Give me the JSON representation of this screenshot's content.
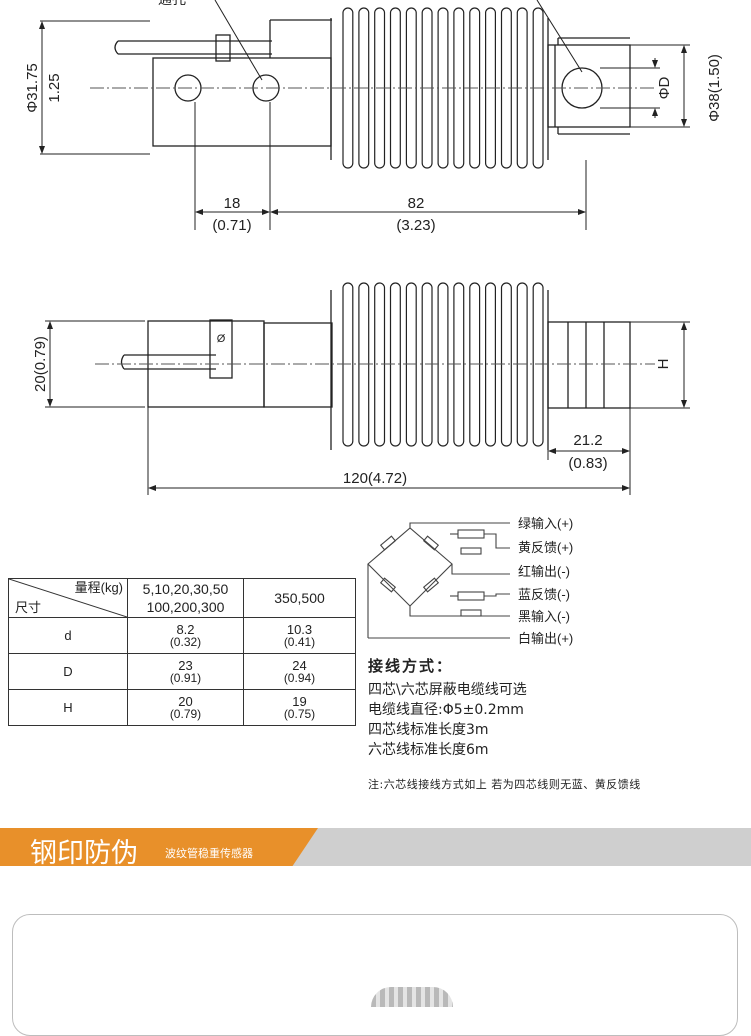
{
  "top_view": {
    "dims": {
      "height_mm": "Φ31.75",
      "height_in": "1.25",
      "left_mm": "18",
      "left_in": "(0.71)",
      "mid_mm": "82",
      "mid_in": "(3.23)",
      "right_dia": "ΦD",
      "right_total": "Φ38(1.50)"
    },
    "partial_label": "通孔"
  },
  "side_view": {
    "dims": {
      "height": "20(0.79)",
      "h": "H",
      "end_mm": "21.2",
      "end_in": "(0.83)",
      "total": "120(4.72)"
    },
    "screw_symbol": "Ø"
  },
  "wires": [
    {
      "label": "绿输入(+)"
    },
    {
      "label": "黄反馈(+)"
    },
    {
      "label": "红输出(-)"
    },
    {
      "label": "蓝反馈(-)"
    },
    {
      "label": "黑输入(-)"
    },
    {
      "label": "白输出(+)"
    }
  ],
  "spec_table": {
    "corner_top": "量程(kg)",
    "corner_bottom": "尺寸",
    "col1_header": "5,10,20,30,50 100,200,300",
    "col2_header": "350,500",
    "rows": [
      {
        "name": "d",
        "v1": "8.2",
        "v1_in": "(0.32)",
        "v2": "10.3",
        "v2_in": "(0.41)"
      },
      {
        "name": "D",
        "v1": "23",
        "v1_in": "(0.91)",
        "v2": "24",
        "v2_in": "(0.94)"
      },
      {
        "name": "H",
        "v1": "20",
        "v1_in": "(0.79)",
        "v2": "19",
        "v2_in": "(0.75)"
      }
    ]
  },
  "wiring": {
    "title": "接线方式：",
    "lines": [
      "四芯\\六芯屏蔽电缆线可选",
      "电缆线直径:Φ5±0.2mm",
      "四芯线标准长度3m",
      "六芯线标准长度6m"
    ],
    "note": "注:六芯线接线方式如上 若为四芯线则无蓝、黄反馈线"
  },
  "banner": {
    "title": "钢印防伪",
    "subtitle": "波纹管稳重传感器",
    "accent_color": "#e8902a",
    "bar_color": "#cfcfcf"
  }
}
